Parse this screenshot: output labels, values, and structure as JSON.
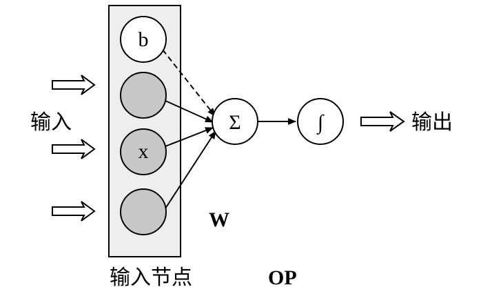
{
  "labels": {
    "input": "输入",
    "output": "输出",
    "input_nodes": "输入节点",
    "weight": "W",
    "op": "OP"
  },
  "nodes": {
    "bias": "b",
    "x": "x",
    "sum": "Σ",
    "activation": "∫"
  },
  "colors": {
    "panel_fill": "#eeeeee",
    "node_gray": "#c8c8c8",
    "node_white": "#ffffff",
    "stroke": "#000000"
  }
}
